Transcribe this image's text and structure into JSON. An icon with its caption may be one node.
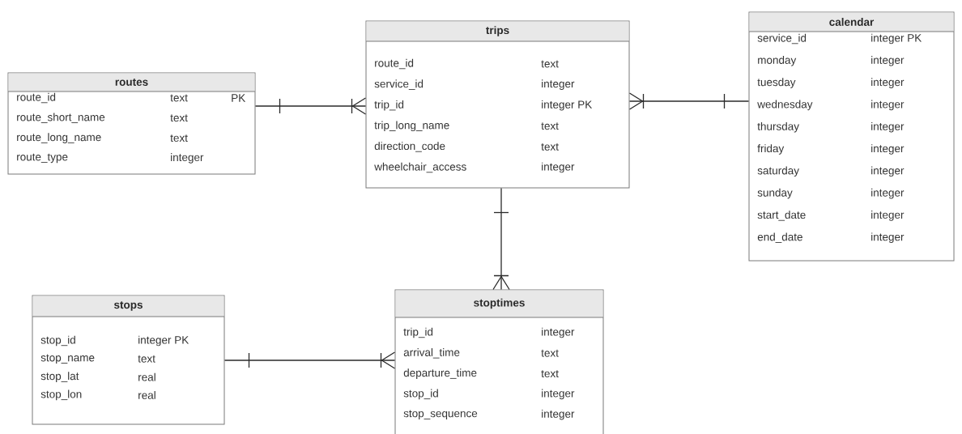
{
  "diagram": {
    "nodes": [
      {
        "text": [
          "routes",
          "route_id",
          "text",
          "PK",
          "route_short_name",
          "text",
          "route_long_name",
          "text",
          "route_type",
          "integer"
        ]
      },
      {
        "text": [
          "trips",
          "route_id",
          "text",
          "service_id",
          "integer",
          "trip_id",
          "integer PK",
          "trip_long_name",
          "text",
          "direction_code",
          "text",
          "wheelchair_access",
          "integer"
        ]
      },
      {
        "text": [
          "calendar",
          "service_id",
          "integer PK",
          "monday",
          "integer",
          "tuesday",
          "integer",
          "wednesday",
          "integer",
          "thursday",
          "integer",
          "friday",
          "integer",
          "saturday",
          "integer",
          "sunday",
          "integer",
          "start_date",
          "integer",
          "end_date",
          "integer"
        ]
      },
      {
        "text": [
          "stops",
          "stop_id",
          "integer PK",
          "stop_name",
          "text",
          "stop_lat",
          "real",
          "stop_lon",
          "real"
        ]
      },
      {
        "text": [
          "stoptimes",
          "trip_id",
          "integer",
          "arrival_time",
          "text",
          "departure_time",
          "text",
          "stop_id",
          "integer",
          "stop_sequence",
          "integer"
        ]
      }
    ],
    "edges": [
      {
        "from": 0,
        "to": 1,
        "arrow": "other"
      },
      {
        "from": 2,
        "to": 1,
        "arrow": "other"
      },
      {
        "from": 1,
        "to": 4,
        "arrow": "other"
      },
      {
        "from": 3,
        "to": 4,
        "arrow": "other"
      }
    ]
  }
}
